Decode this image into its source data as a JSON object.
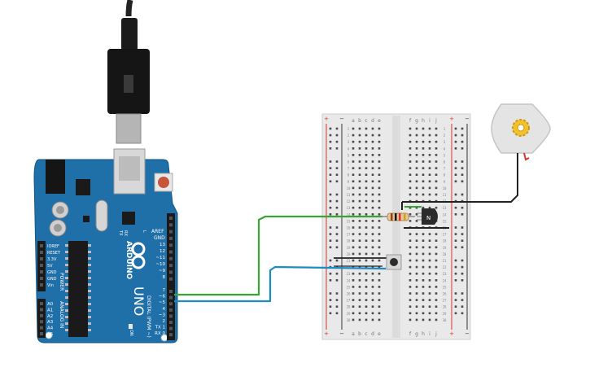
{
  "arduino": {
    "brand": "ARDUINO",
    "model": "UNO",
    "on_label": "ON",
    "tx_label": "TX",
    "rx_label": "RX",
    "l_label": "L",
    "aref": "AREF",
    "gnd": "GND",
    "digital_pins": [
      "13",
      "12",
      "~11",
      "~10",
      "~9",
      "8",
      "7",
      "~6",
      "~5",
      "4",
      "~3",
      "2",
      "TX 1",
      "RX 0"
    ],
    "digital_label": "DIGITAL (PWM ~)",
    "power_pins": [
      "IOREF",
      "RESET",
      "3.3V",
      "5V",
      "GND",
      "GND",
      "Vin"
    ],
    "power_label": "POWER",
    "analog_pins": [
      "A0",
      "A1",
      "A2",
      "A3",
      "A4",
      "A5"
    ],
    "analog_label": "ANALOG IN",
    "color_board": "#1f6fa8",
    "color_header": "#1a1a1a"
  },
  "breadboard": {
    "rail_plus": "+",
    "rail_minus": "−",
    "left_columns": [
      "a",
      "b",
      "c",
      "d",
      "e"
    ],
    "right_columns": [
      "f",
      "g",
      "h",
      "i",
      "j"
    ],
    "row_count": 30,
    "color_body": "#e9e9e9",
    "color_rail_red": "#d9342b",
    "color_rail_blue": "#333333"
  },
  "components": {
    "transistor_mark": "N",
    "motor_color": "#f2c12e"
  },
  "wires": {
    "green": "#3aa335",
    "blue": "#1f8bc4",
    "black": "#222222",
    "red": "#d9342b"
  }
}
